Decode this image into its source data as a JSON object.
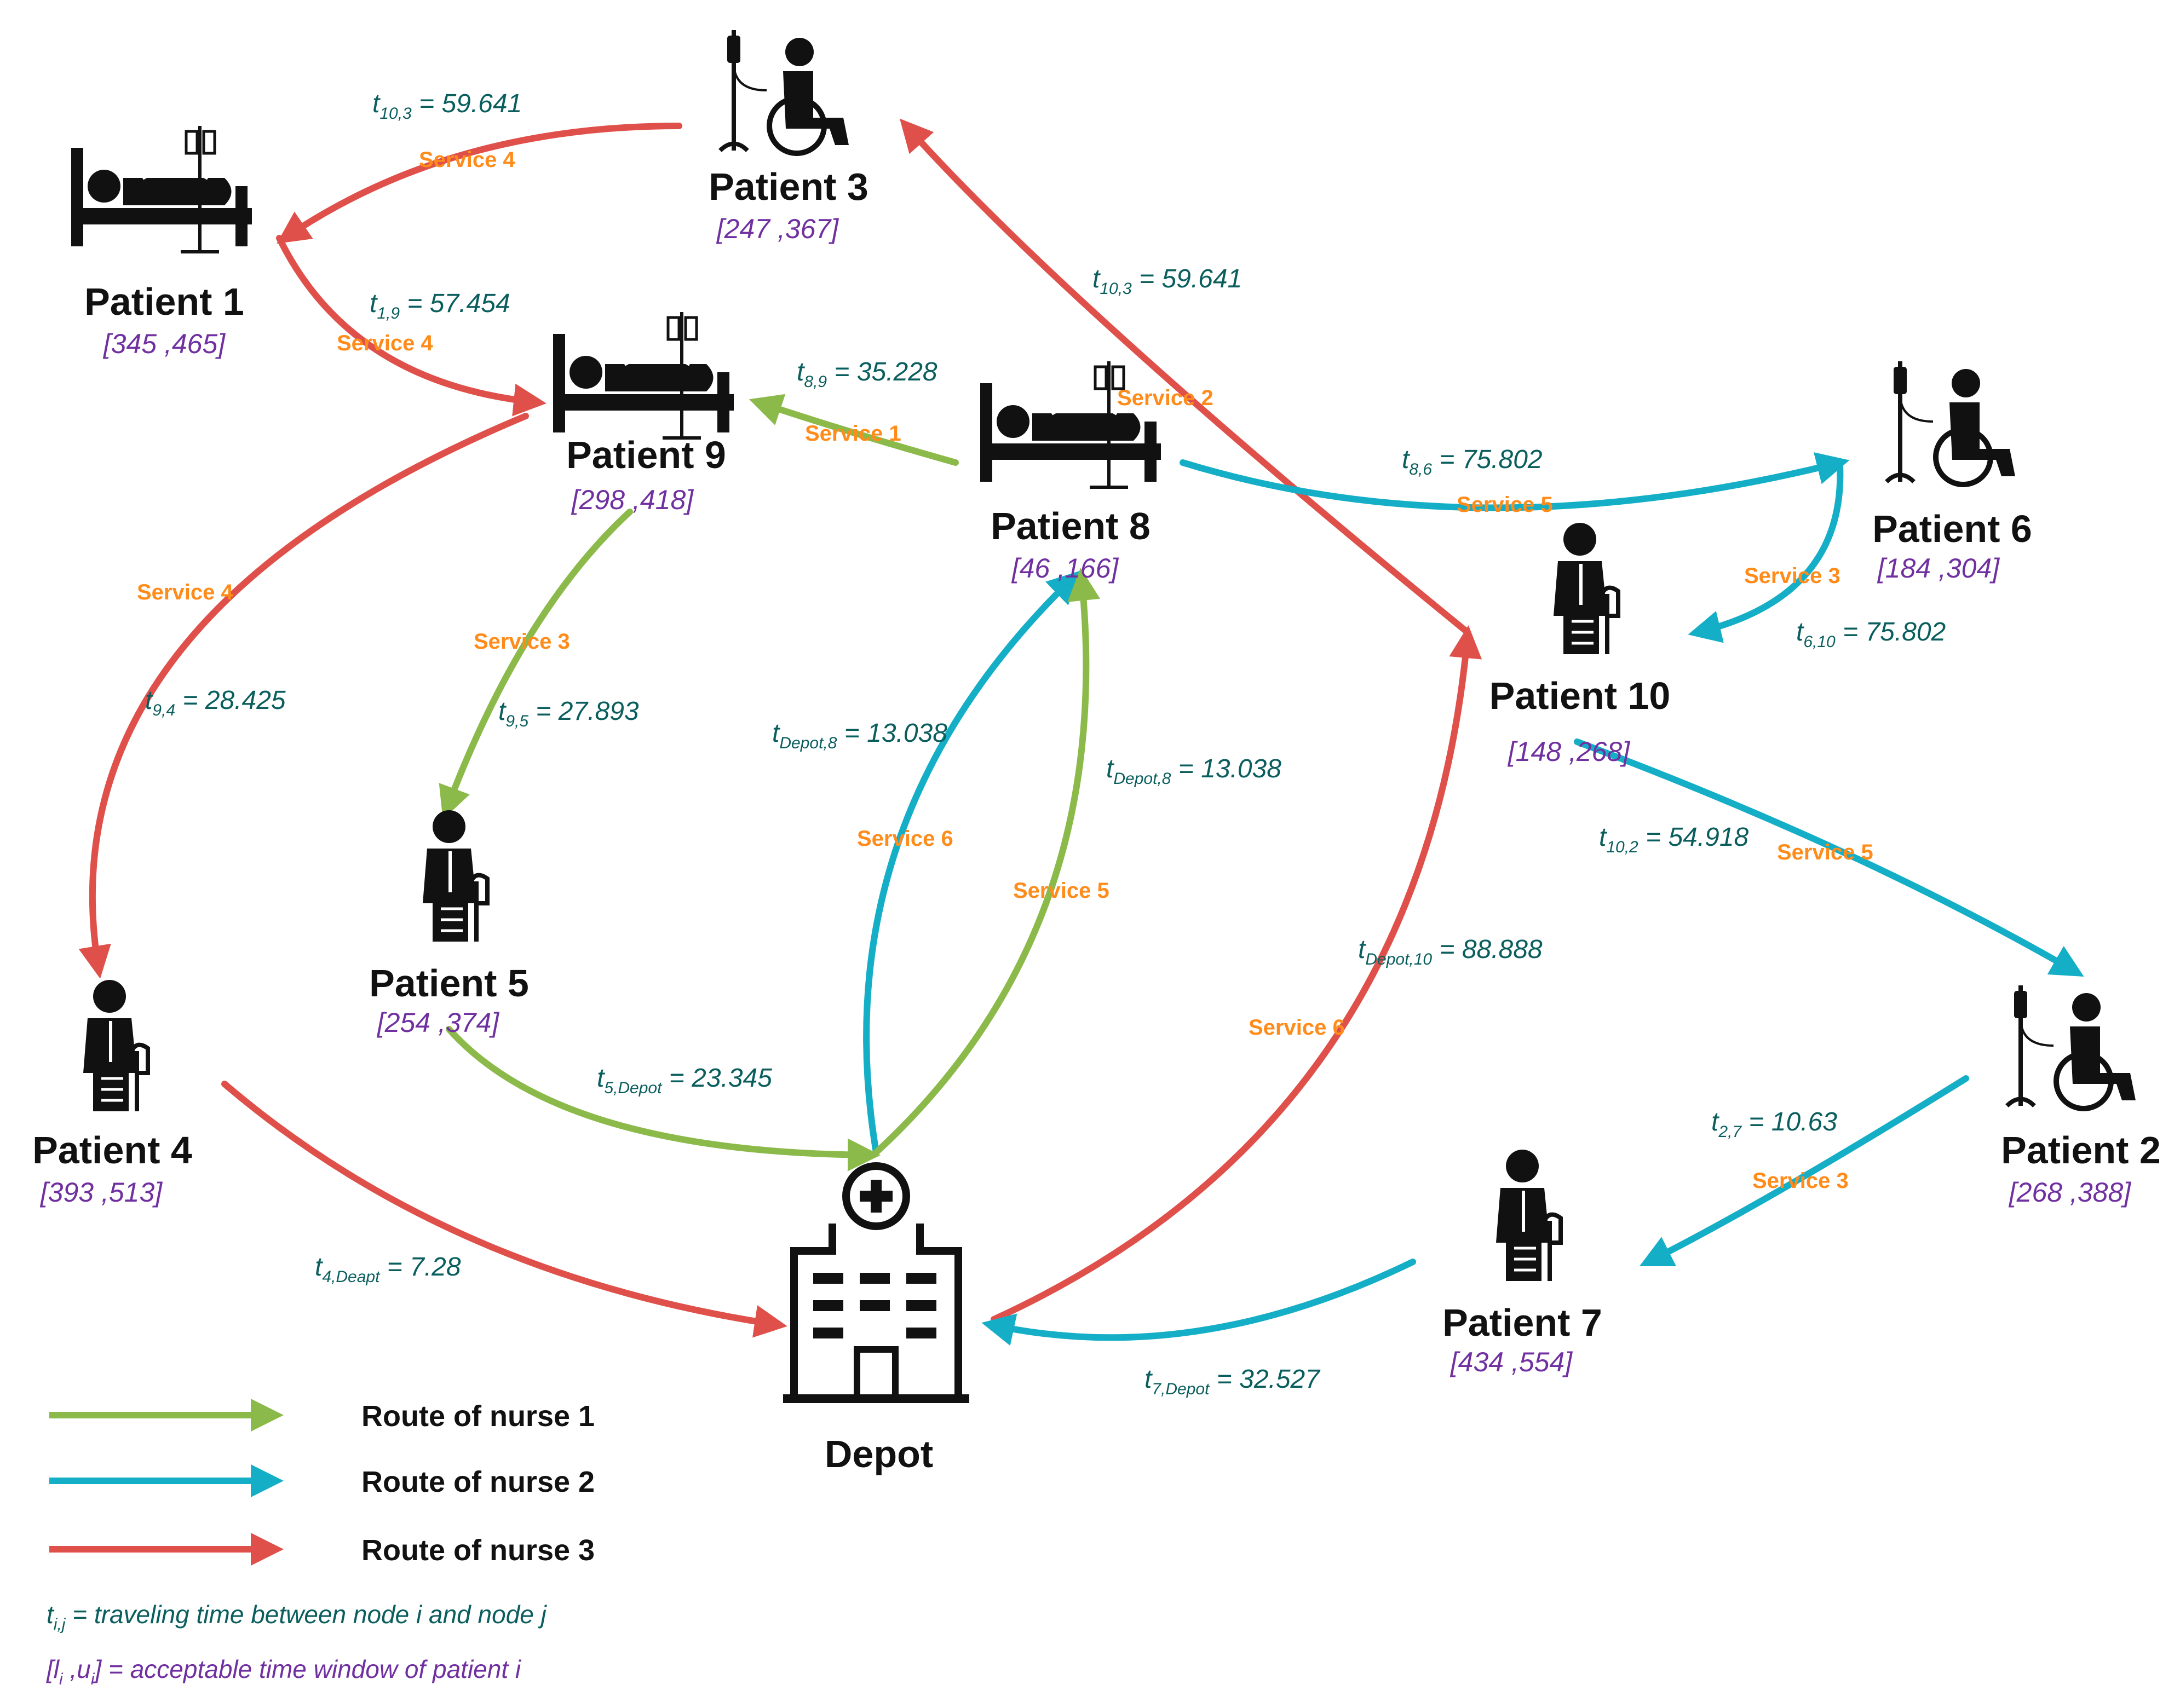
{
  "colors": {
    "nurse1": "#8cba4a",
    "nurse2": "#14aec6",
    "nurse3": "#e0504a",
    "service": "#ff8c1a",
    "time": "#0b5e5e",
    "window": "#7030a0"
  },
  "nodes": {
    "patient1": {
      "label": "Patient 1",
      "window": "[345 ,465]",
      "icon": "hospital-bed-icon"
    },
    "patient2": {
      "label": "Patient 2",
      "window": "[268 ,388]",
      "icon": "wheelchair-iv-icon"
    },
    "patient3": {
      "label": "Patient 3",
      "window": "[247 ,367]",
      "icon": "wheelchair-iv-icon"
    },
    "patient4": {
      "label": "Patient 4",
      "window": "[393 ,513]",
      "icon": "patient-crutch-icon"
    },
    "patient5": {
      "label": "Patient 5",
      "window": "[254 ,374]",
      "icon": "patient-crutch-icon"
    },
    "patient6": {
      "label": "Patient 6",
      "window": "[184 ,304]",
      "icon": "wheelchair-iv-icon"
    },
    "patient7": {
      "label": "Patient 7",
      "window": "[434 ,554]",
      "icon": "patient-crutch-icon"
    },
    "patient8": {
      "label": "Patient 8",
      "window": "[46 ,166]",
      "icon": "hospital-bed-icon"
    },
    "patient9": {
      "label": "Patient 9",
      "window": "[298 ,418]",
      "icon": "hospital-bed-icon"
    },
    "patient10": {
      "label": "Patient 10",
      "window": "[148 ,268]",
      "icon": "patient-crutch-icon"
    },
    "depot": {
      "label": "Depot",
      "icon": "hospital-building-icon"
    }
  },
  "edges": [
    {
      "id": "p3-p1",
      "nurse": 3,
      "service": "Service 4",
      "time": {
        "i": "10,3",
        "value": "59.641"
      }
    },
    {
      "id": "p1-p9",
      "nurse": 3,
      "service": "Service 4",
      "time": {
        "i": "1,9",
        "value": "57.454"
      }
    },
    {
      "id": "p10-p3",
      "nurse": 3,
      "service": "Service 2",
      "time": {
        "i": "10,3",
        "value": "59.641"
      }
    },
    {
      "id": "p8-p9",
      "nurse": 1,
      "service": "Service 1",
      "time": {
        "i": "8,9",
        "value": "35.228"
      }
    },
    {
      "id": "p8-p6",
      "nurse": 2,
      "service": "Service 5",
      "time": {
        "i": "8,6",
        "value": "75.802"
      }
    },
    {
      "id": "p6-p10",
      "nurse": 2,
      "service": "Service 3",
      "time": {
        "i": "6,10",
        "value": "75.802"
      }
    },
    {
      "id": "p9-p4",
      "nurse": 3,
      "service": "Service 4",
      "time": {
        "i": "9,4",
        "value": "28.425"
      }
    },
    {
      "id": "p9-p5",
      "nurse": 1,
      "service": "Service 3",
      "time": {
        "i": "9,5",
        "value": "27.893"
      }
    },
    {
      "id": "depot-p8-blue",
      "nurse": 2,
      "service": "Service 6",
      "time": {
        "i": "Depot,8",
        "value": "13.038"
      }
    },
    {
      "id": "depot-p8-green",
      "nurse": 1,
      "service": "Service 5",
      "time": {
        "i": "Depot,8",
        "value": "13.038"
      }
    },
    {
      "id": "p10-p2",
      "nurse": 2,
      "service": "Service 5",
      "time": {
        "i": "10,2",
        "value": "54.918"
      }
    },
    {
      "id": "depot-p10",
      "nurse": 3,
      "service": "Service 6",
      "time": {
        "i": "Depot,10",
        "value": "88.888"
      }
    },
    {
      "id": "p5-depot",
      "nurse": 1,
      "service": "",
      "time": {
        "i": "5,Depot",
        "value": "23.345"
      }
    },
    {
      "id": "p2-p7",
      "nurse": 2,
      "service": "Service 3",
      "time": {
        "i": "2,7",
        "value": "10.63"
      }
    },
    {
      "id": "p4-depot",
      "nurse": 3,
      "service": "",
      "time": {
        "i": "4,Deapt",
        "value": "7.28"
      }
    },
    {
      "id": "p7-depot",
      "nurse": 2,
      "service": "",
      "time": {
        "i": "7,Depot",
        "value": "32.527"
      }
    }
  ],
  "legend": {
    "nurse1": "Route of nurse 1",
    "nurse2": "Route of nurse 2",
    "nurse3": "Route of nurse 3",
    "time_prefix": "t",
    "time_sub": "i,j",
    "time_note": " = traveling time between node i and node j",
    "window_open": "[l",
    "window_sub_l": "i",
    "window_mid": " ,u",
    "window_sub_u": "i",
    "window_note": "] = acceptable time window of patient i"
  }
}
